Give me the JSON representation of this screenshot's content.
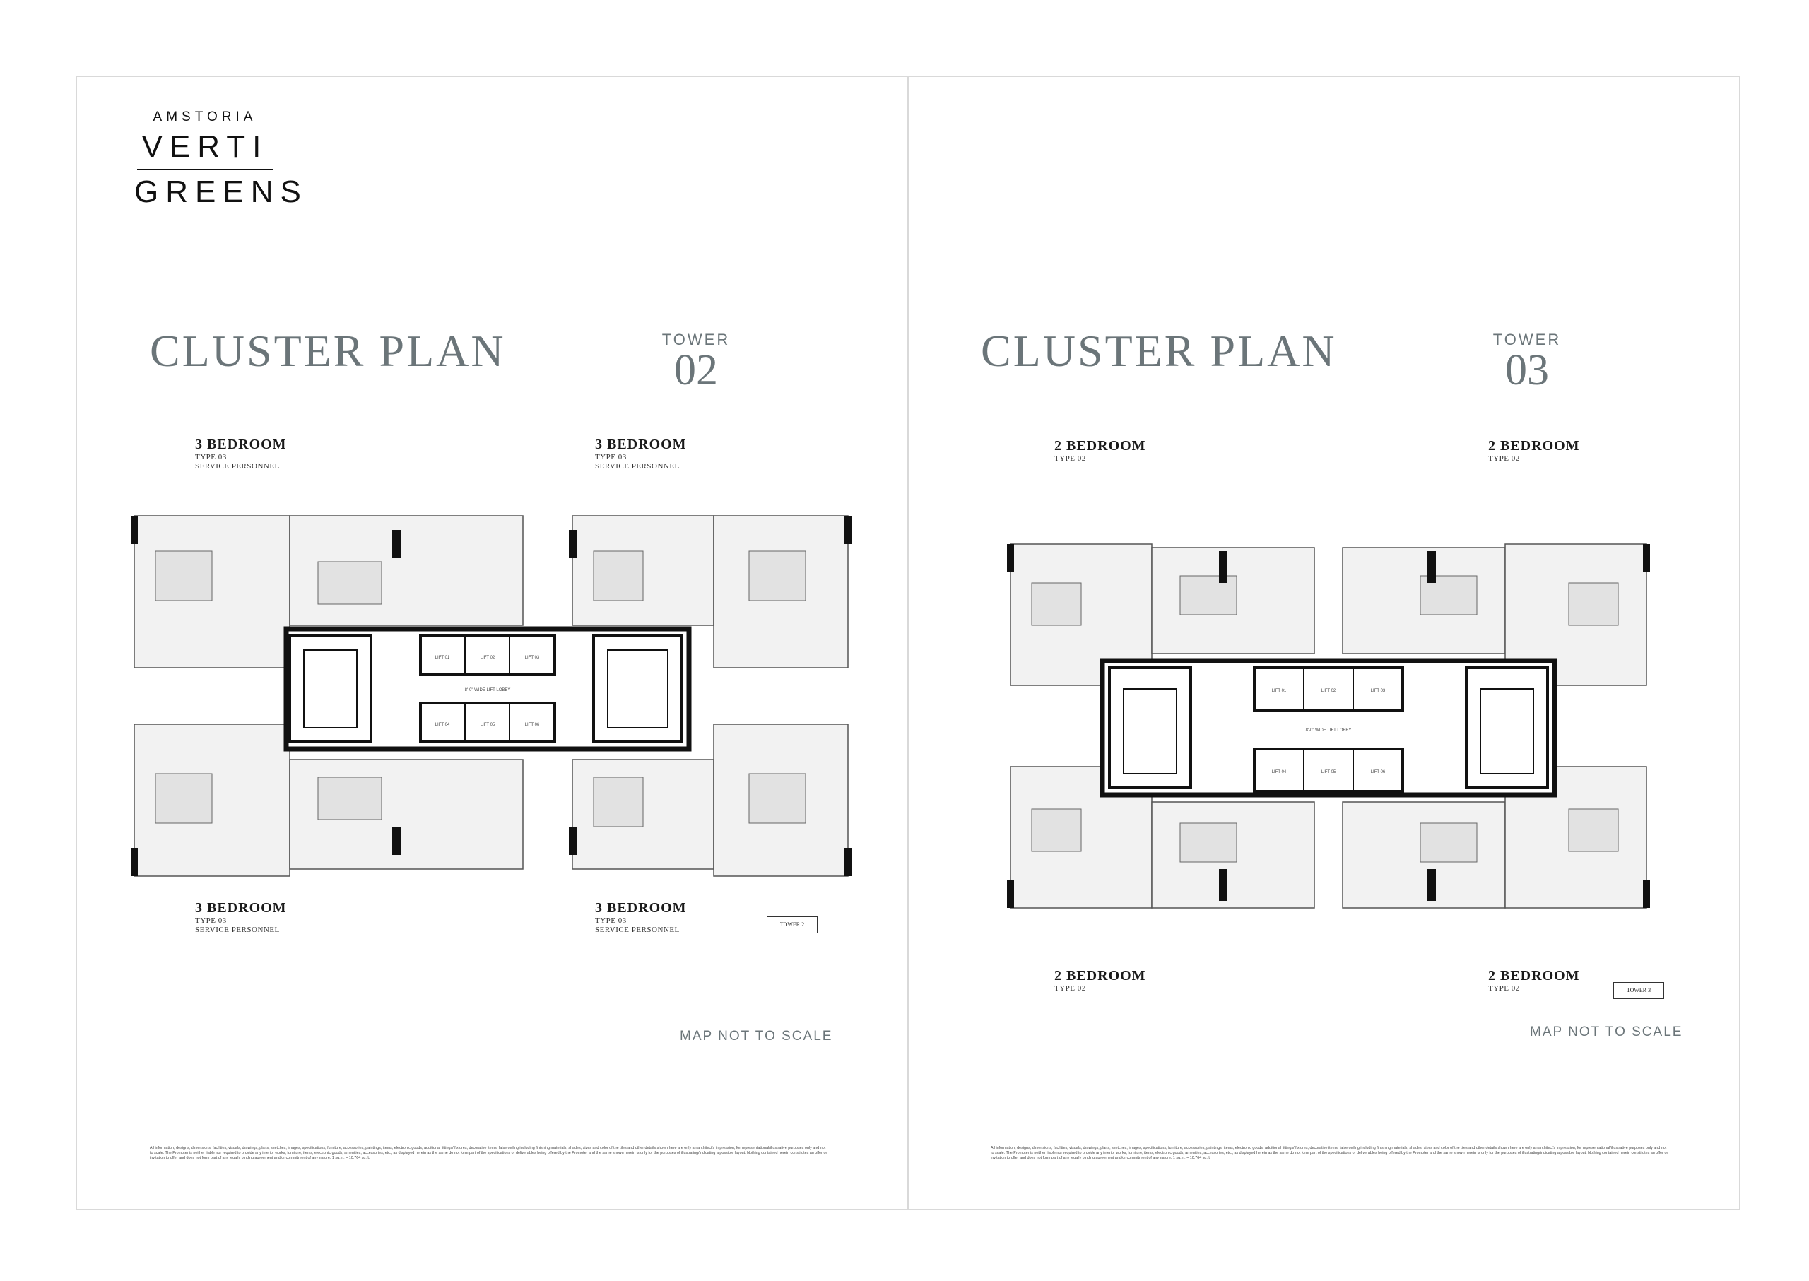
{
  "brand": {
    "name": "AMSTORIA",
    "line1": "VERTI",
    "line2": "GREENS"
  },
  "left": {
    "title": "CLUSTER PLAN",
    "tower_label": "TOWER",
    "tower_num": "02",
    "units": [
      {
        "name": "3 BEDROOM",
        "type": "TYPE 03",
        "note": "SERVICE PERSONNEL"
      },
      {
        "name": "3 BEDROOM",
        "type": "TYPE 03",
        "note": "SERVICE PERSONNEL"
      },
      {
        "name": "3 BEDROOM",
        "type": "TYPE 03",
        "note": "SERVICE PERSONNEL"
      },
      {
        "name": "3 BEDROOM",
        "type": "TYPE 03",
        "note": "SERVICE PERSONNEL"
      }
    ],
    "lifts": [
      "LIFT 01",
      "LIFT 02",
      "LIFT 03",
      "LIFT 04",
      "LIFT 05",
      "LIFT 06"
    ],
    "lobby": "8'-0\" WIDE LIFT LOBBY",
    "key_tag": "TOWER 2",
    "scale_note": "MAP NOT TO SCALE"
  },
  "right": {
    "title": "CLUSTER PLAN",
    "tower_label": "TOWER",
    "tower_num": "03",
    "units": [
      {
        "name": "2 BEDROOM",
        "type": "TYPE 02"
      },
      {
        "name": "2 BEDROOM",
        "type": "TYPE 02"
      },
      {
        "name": "2 BEDROOM",
        "type": "TYPE 02"
      },
      {
        "name": "2 BEDROOM",
        "type": "TYPE 02"
      }
    ],
    "lifts": [
      "LIFT 01",
      "LIFT 02",
      "LIFT 03",
      "LIFT 04",
      "LIFT 05",
      "LIFT 06"
    ],
    "lobby": "8'-0\" WIDE LIFT LOBBY",
    "key_tag": "TOWER 3",
    "scale_note": "MAP NOT TO SCALE"
  },
  "disclaimer": "All information, designs, dimensions, facilities, visuals, drawings, plans, sketches, images, specifications, furniture, accessories, paintings, items, electronic goods, additional fittings/ fixtures, decorative items, false ceiling including finishing materials, shades, sizes and color of the tiles and other details shown here are only an architect's impression, for representational/illustrative purposes only and not to scale. The Promoter is neither liable nor required to provide any interior works, furniture, items, electronic goods, amenities, accessories, etc., as displayed herein as the same do not form part of the specifications or deliverables being offered by the Promoter and the same shown herein is only for the purposes of illustrating/indicating a possible layout. Nothing contained herein constitutes an offer or invitation to offer and does not form part of any legally binding agreement and/or commitment of any nature. 1 sq.m. = 10.764 sq.ft."
}
